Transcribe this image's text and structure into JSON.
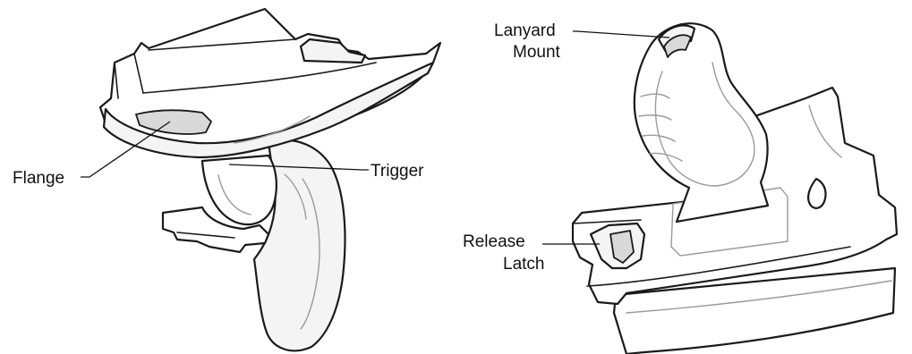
{
  "labels": {
    "flange": "Flange",
    "trigger": "Trigger",
    "lanyard_line1": "Lanyard",
    "lanyard_line2": "Mount",
    "release_line1": "Release",
    "release_line2": "Latch"
  }
}
